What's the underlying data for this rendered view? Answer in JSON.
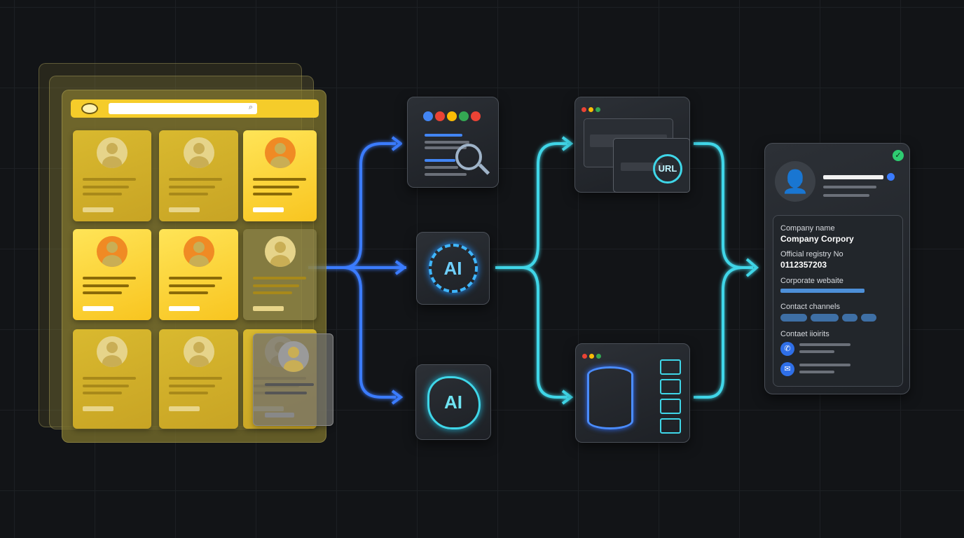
{
  "flow": {
    "directory": {
      "cards": 9
    },
    "nodes": {
      "ai_gear": "AI",
      "ai_blob": "AI",
      "url_badge": "URL"
    },
    "profile": {
      "fields": [
        {
          "label": "Company name",
          "value": "Company Corpory"
        },
        {
          "label": "Official registry No",
          "value": "0112357203"
        },
        {
          "label": "Corporate webaite"
        },
        {
          "label": "Contact channels"
        },
        {
          "label": "Contaet iioirits"
        }
      ]
    }
  },
  "colors": {
    "yellow": "#f8c520",
    "blue_arrow": "#3a7bff",
    "cyan_arrow": "#3fd6e8",
    "verified": "#2ecc71"
  },
  "icons": [
    "search-icon",
    "magnifier-icon",
    "gear-icon",
    "url-search-icon",
    "database-icon",
    "user-icon",
    "check-icon",
    "phone-icon",
    "mail-icon"
  ]
}
